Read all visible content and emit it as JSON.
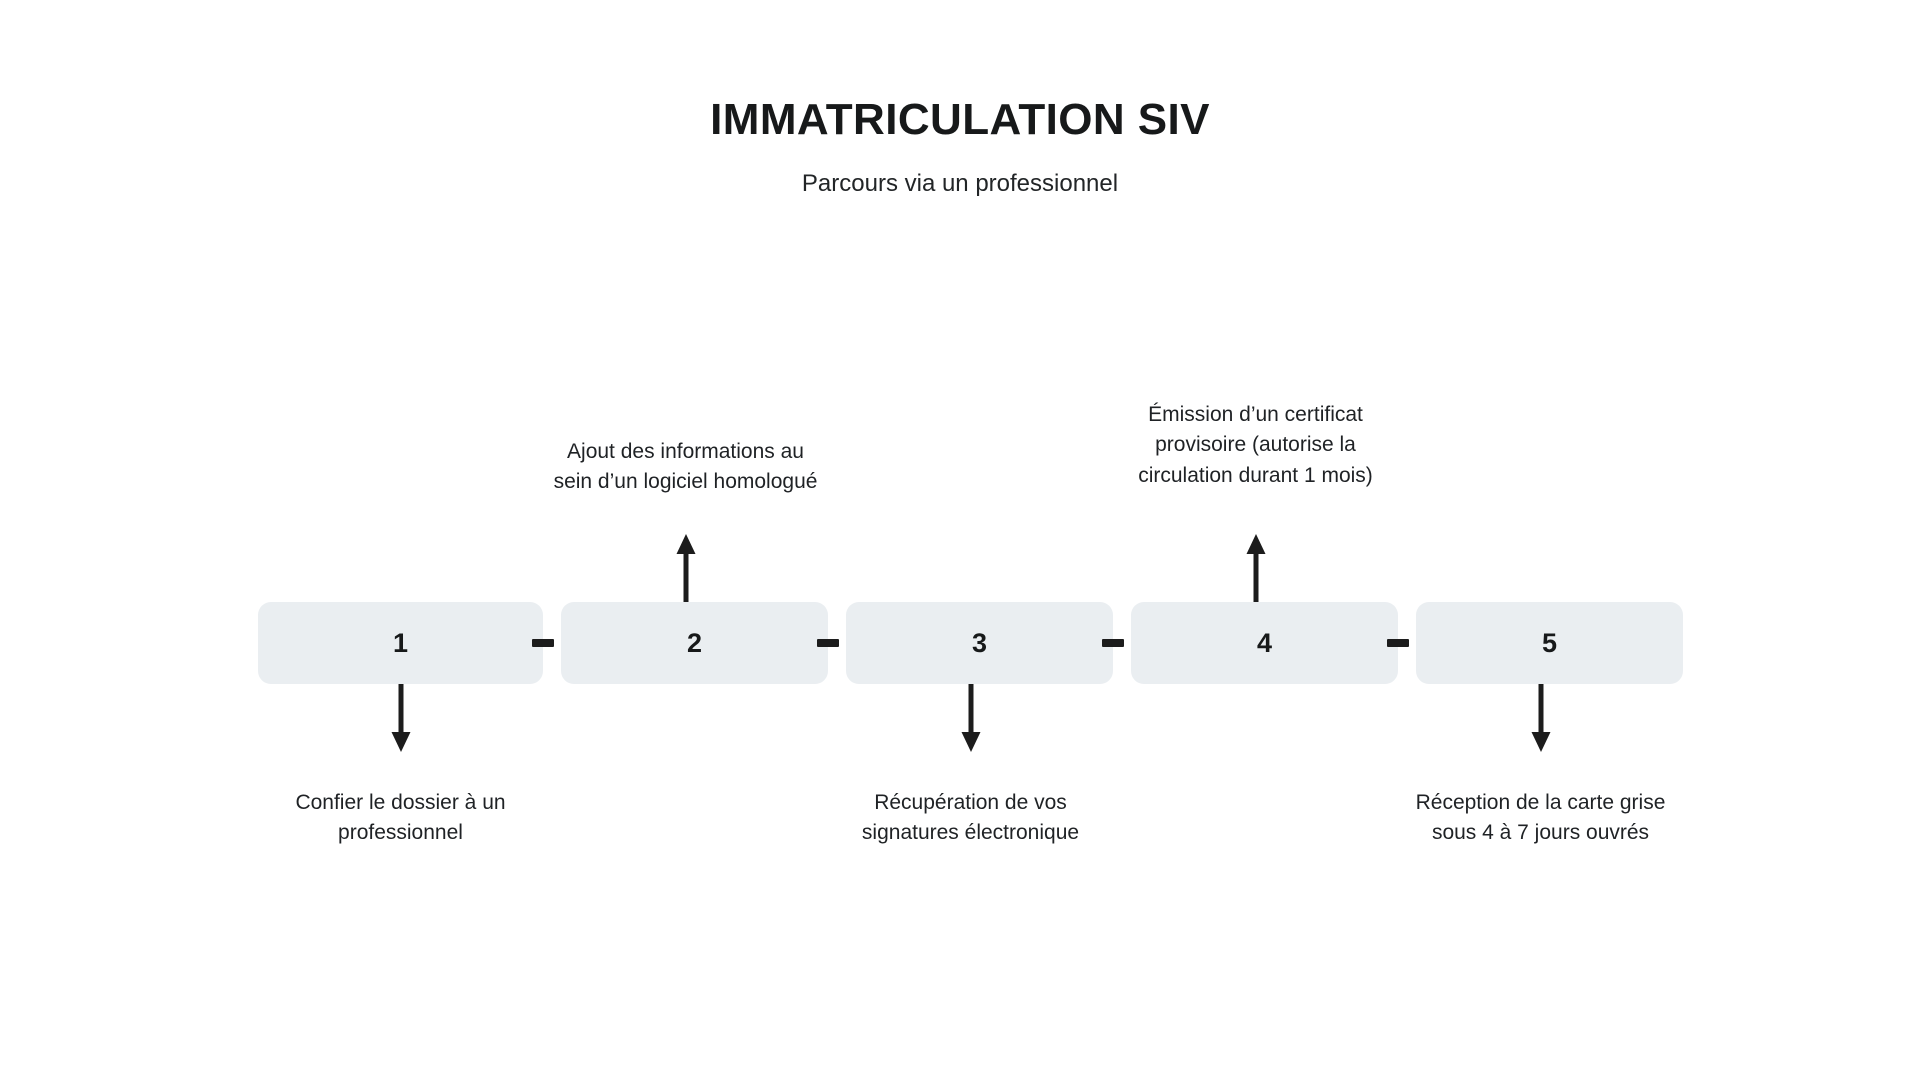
{
  "header": {
    "title": "IMMATRICULATION SIV",
    "subtitle": "Parcours via un professionnel"
  },
  "colors": {
    "box_fill": "#eaeef1",
    "ink": "#1c1c1c",
    "background": "#ffffff"
  },
  "diagram": {
    "type": "process-flow",
    "orientation": "horizontal",
    "step_count": 5,
    "steps": [
      {
        "number": "1",
        "caption": "Confier le dossier à un professionnel",
        "caption_position": "below",
        "arrow": "down"
      },
      {
        "number": "2",
        "caption": "Ajout des informations au sein d’un logiciel homologué",
        "caption_position": "above",
        "arrow": "up"
      },
      {
        "number": "3",
        "caption": "Récupération de vos signatures électronique",
        "caption_position": "below",
        "arrow": "down"
      },
      {
        "number": "4",
        "caption": "Émission d’un certificat provisoire (autorise la circulation durant 1 mois)",
        "caption_position": "above",
        "arrow": "up"
      },
      {
        "number": "5",
        "caption": "Réception de la carte grise sous 4 à 7 jours ouvrés",
        "caption_position": "below",
        "arrow": "down"
      }
    ]
  }
}
